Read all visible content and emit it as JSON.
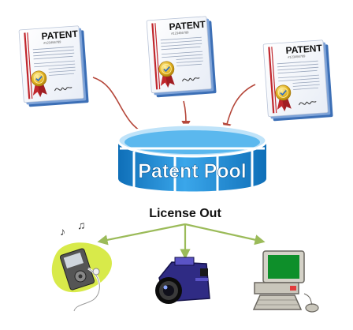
{
  "documents": [
    {
      "heading": "PATENT",
      "number": "#123456789",
      "signature": "Mj"
    },
    {
      "heading": "PATENT",
      "number": "#123456789",
      "signature": "Mj"
    },
    {
      "heading": "PATENT",
      "number": "#123456789",
      "signature": "Mj"
    }
  ],
  "pool": {
    "label": "Patent Pool"
  },
  "license": {
    "label": "License Out"
  },
  "colors": {
    "in_arrow": "#b5473a",
    "out_arrow": "#9bbb59",
    "pool_blue": "#1e90d8",
    "ribbon_red": "#c1272d",
    "seal_gold": "#e3b321"
  },
  "devices": [
    "music-player-icon",
    "camera-icon",
    "computer-icon"
  ]
}
